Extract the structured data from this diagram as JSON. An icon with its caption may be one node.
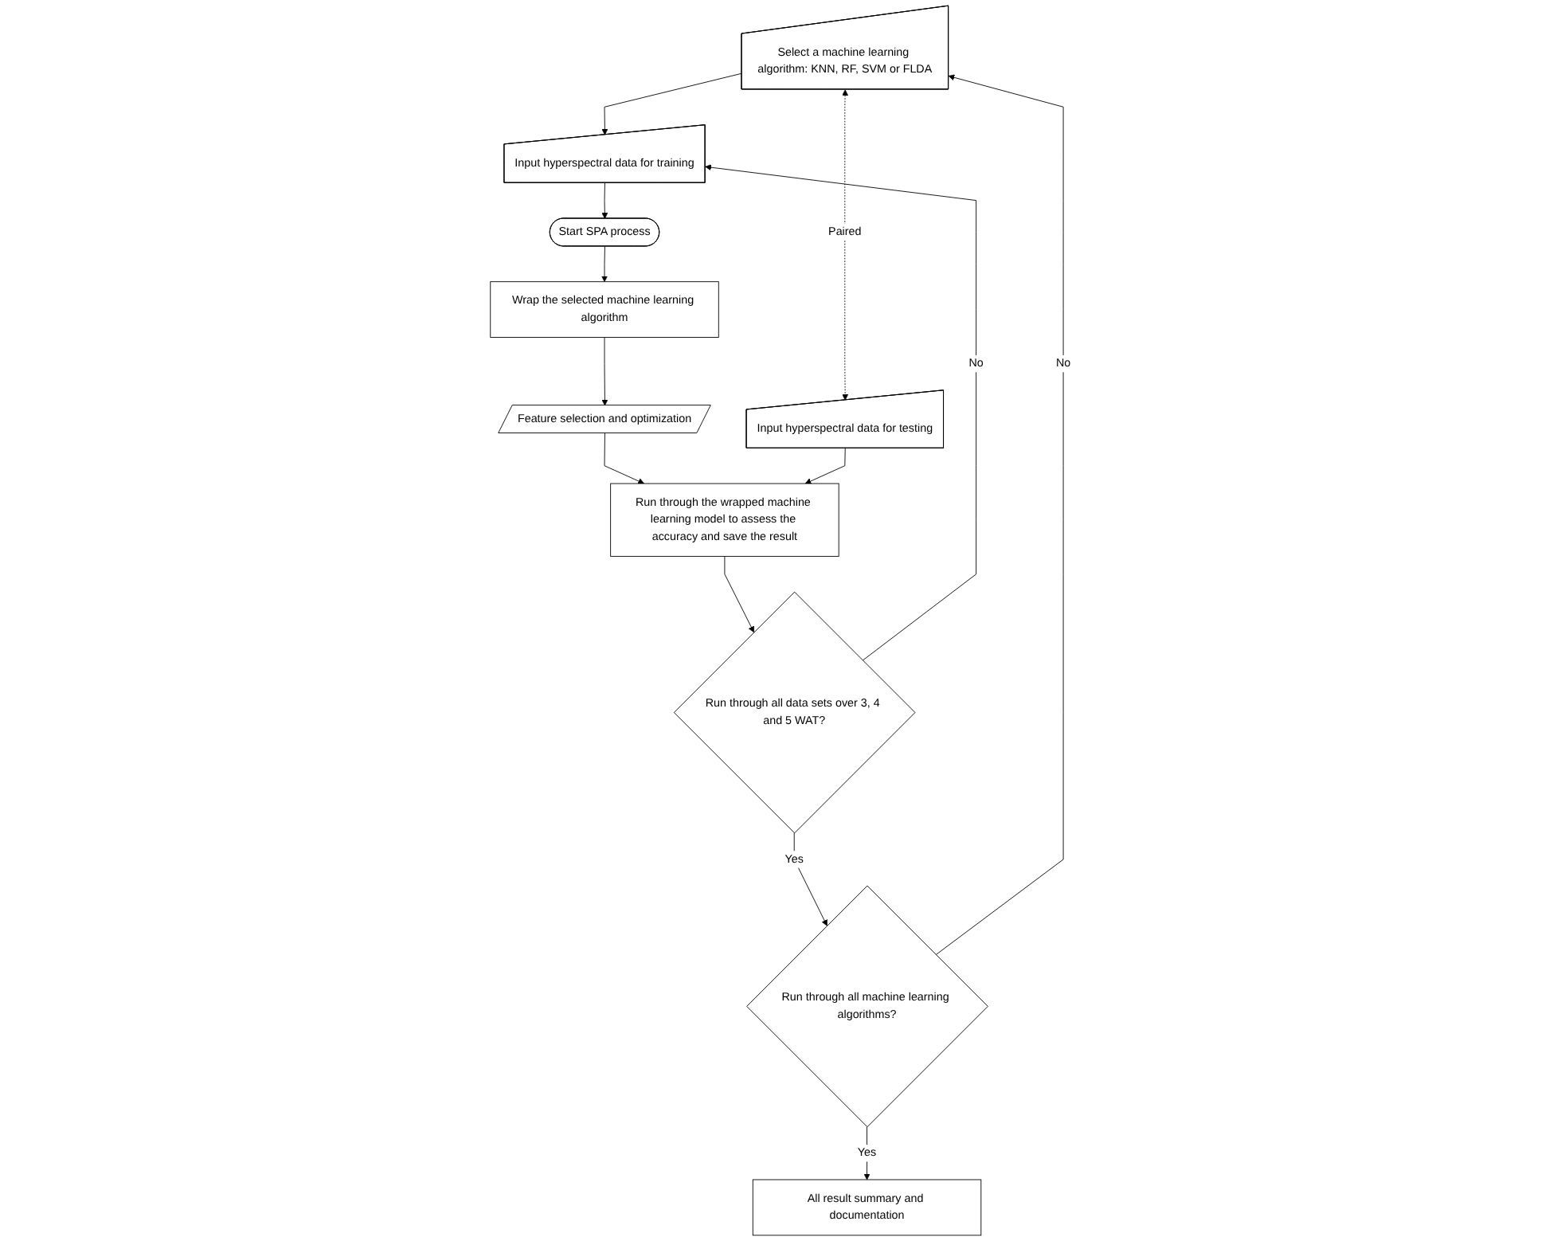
{
  "diagram": {
    "nodes": [
      {
        "text": [
          "Select a machine learning algorithm: KNN, RF, SVM or FLDA"
        ]
      },
      {
        "text": [
          "Input hyperspectral data for training"
        ]
      },
      {
        "text": [
          "Start SPA process"
        ]
      },
      {
        "text": [
          "Wrap the selected machine learning algorithm"
        ]
      },
      {
        "text": [
          "Feature selection and optimization"
        ]
      },
      {
        "text": [
          "Input hyperspectral data for testing"
        ]
      },
      {
        "text": [
          "Run through the wrapped machine learning model to assess the accuracy and save the result"
        ]
      },
      {
        "text": [
          "Run through all data sets over 3, 4 and 5 WAT?"
        ]
      },
      {
        "text": [
          "Run through all machine learning algorithms?"
        ]
      },
      {
        "text": [
          "All result summary and documentation"
        ]
      }
    ],
    "edges": [
      {
        "from": 0,
        "to": 1,
        "arrow": "to"
      },
      {
        "from": 1,
        "to": 2,
        "arrow": "to"
      },
      {
        "from": 2,
        "to": 3,
        "arrow": "to"
      },
      {
        "from": 3,
        "to": 4,
        "arrow": "to"
      },
      {
        "from": 4,
        "to": 6,
        "arrow": "to"
      },
      {
        "from": 5,
        "to": 6,
        "arrow": "to"
      },
      {
        "from": 6,
        "to": 7,
        "arrow": "to"
      },
      {
        "from": 7,
        "to": 1,
        "arrow": "to",
        "label": "No"
      },
      {
        "from": 7,
        "to": 8,
        "arrow": "to",
        "label": "Yes"
      },
      {
        "from": 8,
        "to": 0,
        "arrow": "to",
        "label": "No"
      },
      {
        "from": 8,
        "to": 9,
        "arrow": "to",
        "label": "Yes"
      },
      {
        "from": 0,
        "to": 5,
        "arrow": "both",
        "label": "Paired",
        "style": "dashed"
      }
    ]
  }
}
